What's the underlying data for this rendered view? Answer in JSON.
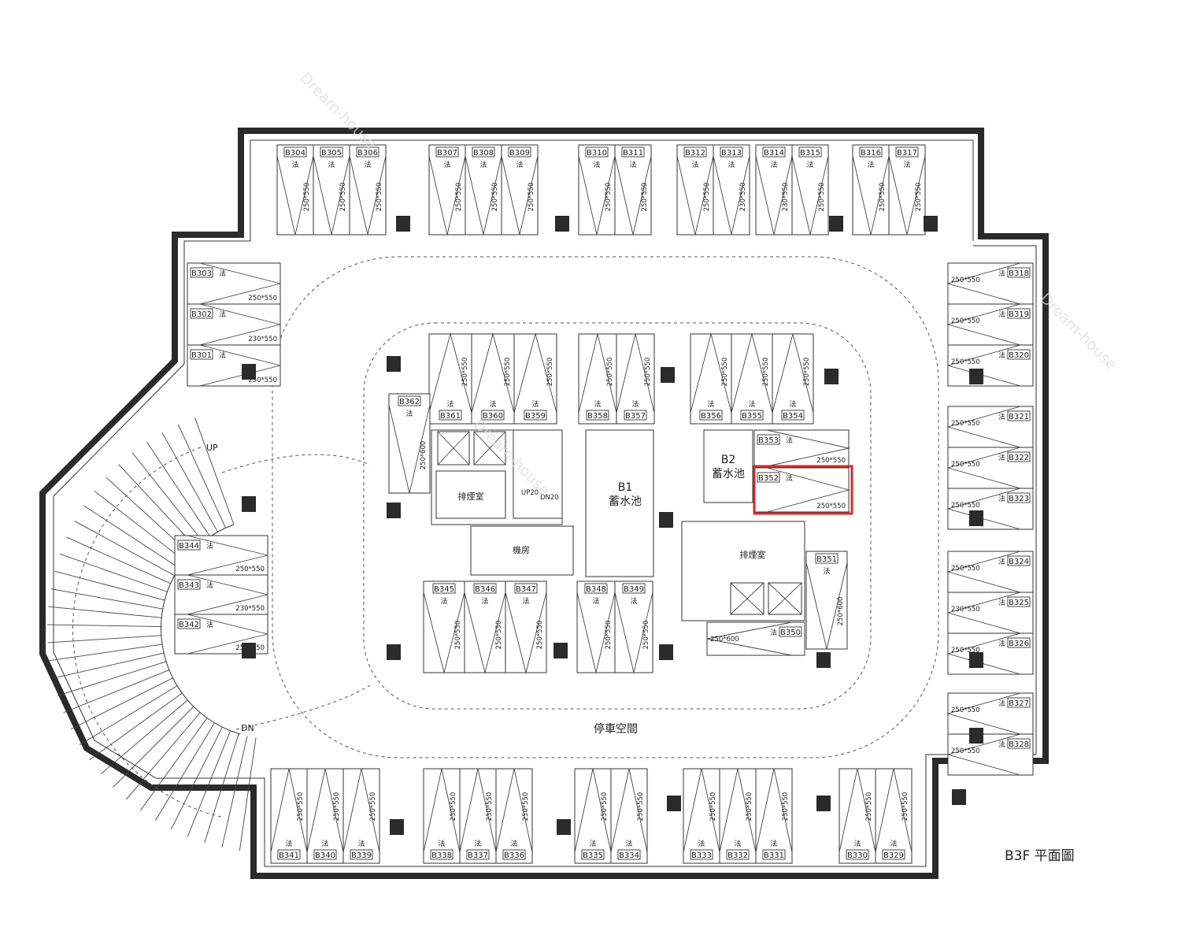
{
  "title": "B3F 平面圖",
  "center_label": "停車空間",
  "rooms": {
    "b1_tank": "B1\n蓄水池",
    "b2_tank": "B2\n蓄水池",
    "exhaust_left": "排煙室",
    "exhaust_right": "排煙室",
    "machine_room": "機房"
  },
  "ramp_labels": {
    "up": "UP",
    "dn": "DN"
  },
  "stair_labels": {
    "up": "UP20",
    "dn": "DN20"
  },
  "highlight_color": "#d42a2a",
  "spaces": {
    "top": [
      {
        "id": "B304",
        "tag": "法",
        "dim": "250*550"
      },
      {
        "id": "B305",
        "tag": "法",
        "dim": "250*550"
      },
      {
        "id": "B306",
        "tag": "法",
        "dim": "250*550"
      },
      {
        "id": "B307",
        "tag": "法",
        "dim": "250*550"
      },
      {
        "id": "B308",
        "tag": "法",
        "dim": "250*550"
      },
      {
        "id": "B309",
        "tag": "法",
        "dim": "250*550"
      },
      {
        "id": "B310",
        "tag": "法",
        "dim": "250*550"
      },
      {
        "id": "B311",
        "tag": "法",
        "dim": "250*550"
      },
      {
        "id": "B312",
        "tag": "法",
        "dim": "250*550"
      },
      {
        "id": "B313",
        "tag": "法",
        "dim": "230*550"
      },
      {
        "id": "B314",
        "tag": "法",
        "dim": "230*550"
      },
      {
        "id": "B315",
        "tag": "法",
        "dim": "250*550"
      },
      {
        "id": "B316",
        "tag": "法",
        "dim": "250*550"
      },
      {
        "id": "B317",
        "tag": "法",
        "dim": "250*550"
      }
    ],
    "left": [
      {
        "id": "B303",
        "tag": "法",
        "dim": "250*550"
      },
      {
        "id": "B302",
        "tag": "法",
        "dim": "230*550"
      },
      {
        "id": "B301",
        "tag": "法",
        "dim": "250*550"
      }
    ],
    "right": [
      {
        "id": "B318",
        "tag": "法",
        "dim": "250*550"
      },
      {
        "id": "B319",
        "tag": "法",
        "dim": "250*550"
      },
      {
        "id": "B320",
        "tag": "法",
        "dim": "250*550"
      },
      {
        "id": "B321",
        "tag": "法",
        "dim": "250*550"
      },
      {
        "id": "B322",
        "tag": "法",
        "dim": "250*550"
      },
      {
        "id": "B323",
        "tag": "法",
        "dim": "250*550"
      },
      {
        "id": "B324",
        "tag": "法",
        "dim": "250*550"
      },
      {
        "id": "B325",
        "tag": "法",
        "dim": "230*550"
      },
      {
        "id": "B326",
        "tag": "法",
        "dim": "250*550"
      },
      {
        "id": "B327",
        "tag": "法",
        "dim": "250*550"
      },
      {
        "id": "B328",
        "tag": "法",
        "dim": "250*550"
      }
    ],
    "bottom": [
      {
        "id": "B341",
        "tag": "法",
        "dim": "250*550"
      },
      {
        "id": "B340",
        "tag": "法",
        "dim": "250*550"
      },
      {
        "id": "B339",
        "tag": "法",
        "dim": "250*550"
      },
      {
        "id": "B338",
        "tag": "法",
        "dim": "250*550"
      },
      {
        "id": "B337",
        "tag": "法",
        "dim": "250*550"
      },
      {
        "id": "B336",
        "tag": "法",
        "dim": "250*550"
      },
      {
        "id": "B335",
        "tag": "法",
        "dim": "250*550"
      },
      {
        "id": "B334",
        "tag": "法",
        "dim": "250*550"
      },
      {
        "id": "B333",
        "tag": "法",
        "dim": "250*550"
      },
      {
        "id": "B332",
        "tag": "法",
        "dim": "250*550"
      },
      {
        "id": "B331",
        "tag": "法",
        "dim": "250*550"
      },
      {
        "id": "B330",
        "tag": "法",
        "dim": "250*550"
      },
      {
        "id": "B329",
        "tag": "法",
        "dim": "250*550"
      }
    ],
    "ramp_core": [
      {
        "id": "B344",
        "tag": "法",
        "dim": "250*550"
      },
      {
        "id": "B343",
        "tag": "法",
        "dim": "230*550"
      },
      {
        "id": "B342",
        "tag": "法",
        "dim": "250*550"
      }
    ],
    "center_top_left": [
      {
        "id": "B361",
        "tag": "法",
        "dim": "250*550"
      },
      {
        "id": "B360",
        "tag": "法",
        "dim": "250*550"
      },
      {
        "id": "B359",
        "tag": "法",
        "dim": "250*550"
      }
    ],
    "center_top_mid": [
      {
        "id": "B358",
        "tag": "法",
        "dim": "250*550"
      },
      {
        "id": "B357",
        "tag": "法",
        "dim": "250*550"
      }
    ],
    "center_top_right": [
      {
        "id": "B356",
        "tag": "法",
        "dim": "250*550"
      },
      {
        "id": "B355",
        "tag": "法",
        "dim": "250*550"
      },
      {
        "id": "B354",
        "tag": "法",
        "dim": "250*550"
      }
    ],
    "center_bottom_left": [
      {
        "id": "B345",
        "tag": "法",
        "dim": "250*550"
      },
      {
        "id": "B346",
        "tag": "法",
        "dim": "250*550"
      },
      {
        "id": "B347",
        "tag": "法",
        "dim": "250*550"
      }
    ],
    "center_bottom_mid": [
      {
        "id": "B348",
        "tag": "法",
        "dim": "250*550"
      },
      {
        "id": "B349",
        "tag": "法",
        "dim": "250*550"
      }
    ],
    "B362": {
      "id": "B362",
      "tag": "法",
      "dim": "250*600"
    },
    "B353": {
      "id": "B353",
      "tag": "法",
      "dim": "250*550"
    },
    "B352": {
      "id": "B352",
      "tag": "法",
      "dim": "250*550",
      "highlighted": true
    },
    "B351": {
      "id": "B351",
      "tag": "法",
      "dim": "250*600"
    },
    "B350": {
      "id": "B350",
      "tag": "法",
      "dim": "250*600"
    }
  },
  "watermark": "Dream-house"
}
